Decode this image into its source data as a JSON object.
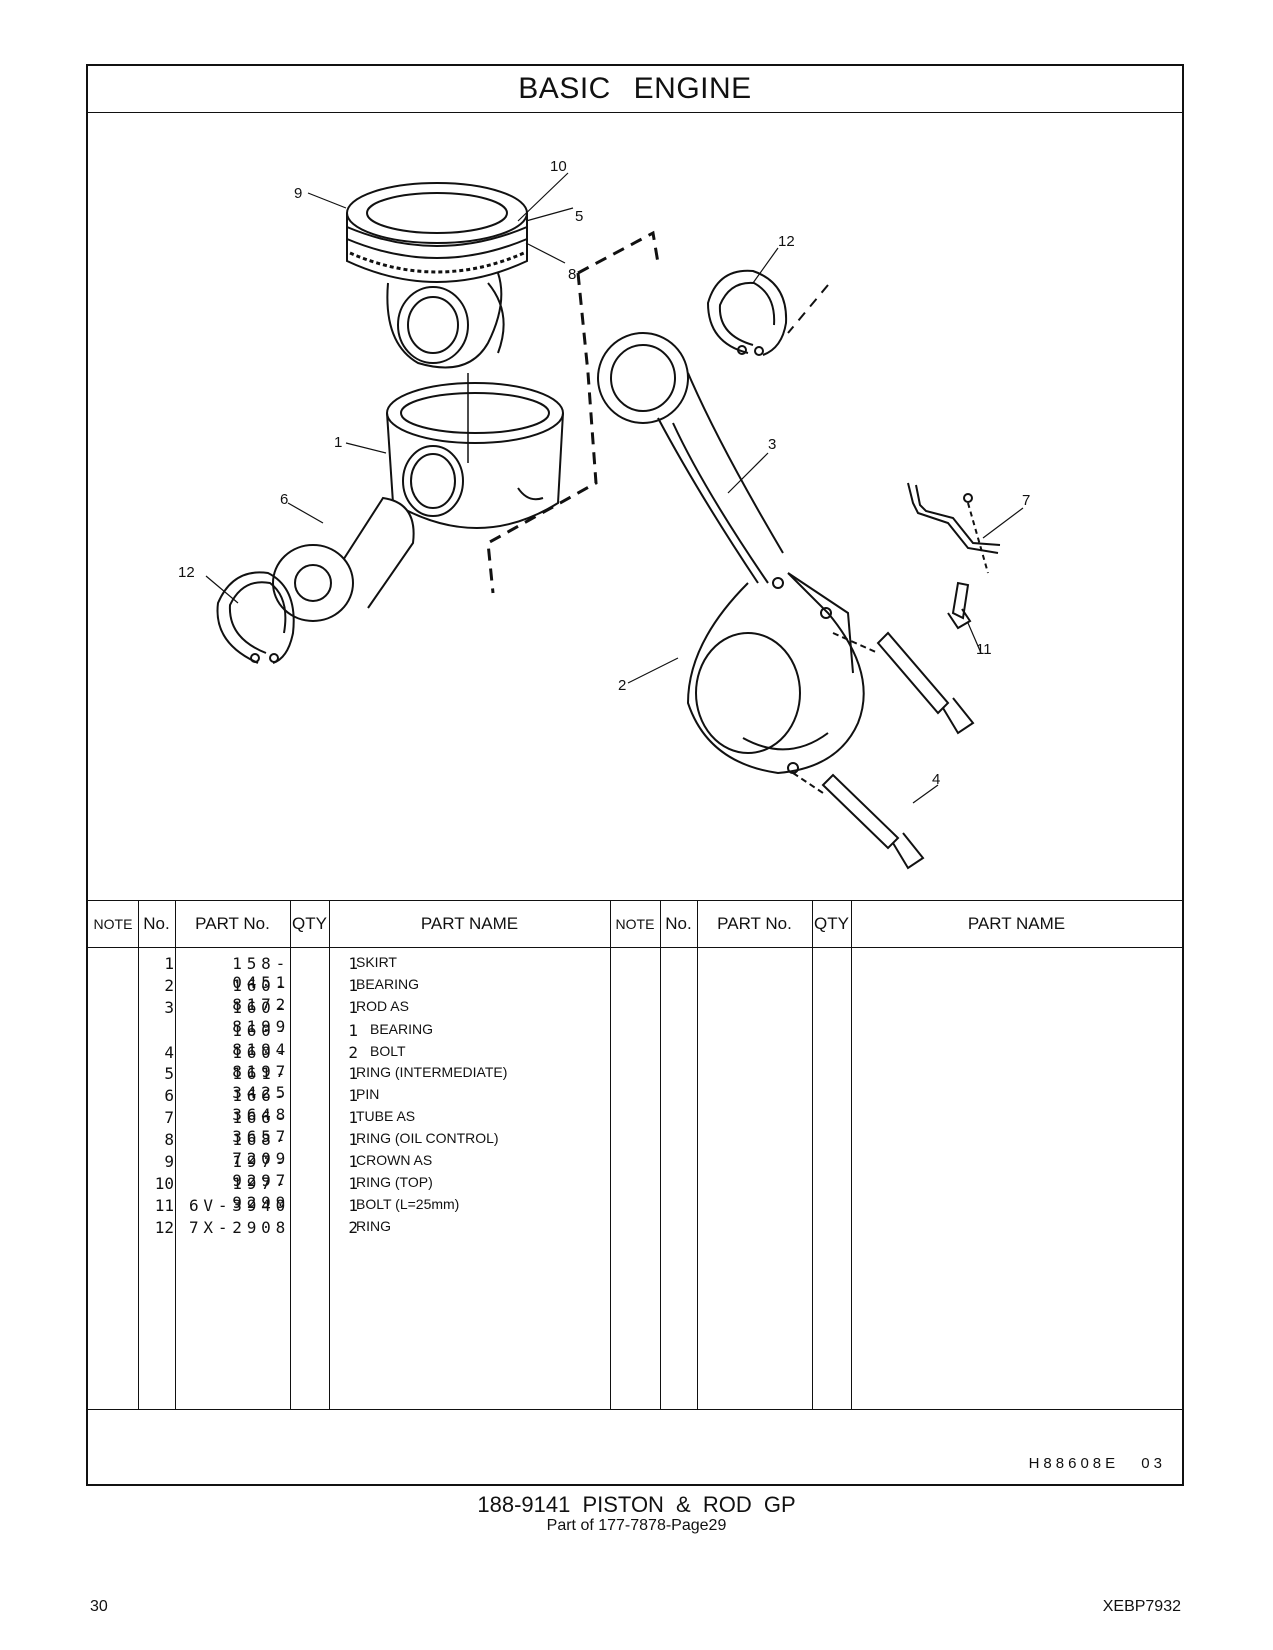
{
  "title": "BASIC   ENGINE",
  "callouts": {
    "c1": "1",
    "c2": "2",
    "c3": "3",
    "c4": "4",
    "c5": "5",
    "c6": "6",
    "c7": "7",
    "c8": "8",
    "c9": "9",
    "c10": "10",
    "c11": "11",
    "c12a": "12",
    "c12b": "12"
  },
  "table": {
    "headers": {
      "note": "NOTE",
      "no": "No.",
      "part_no": "PART No.",
      "qty": "QTY",
      "part_name": "PART NAME"
    },
    "rows": [
      {
        "no": "1",
        "part": "158-0451",
        "qty": "1",
        "name": "SKIRT"
      },
      {
        "no": "2",
        "part": "160-8172",
        "qty": "1",
        "name": "BEARING"
      },
      {
        "no": "3",
        "part": "160-8199",
        "qty": "1",
        "name": "ROD  AS"
      },
      {
        "no": "",
        "part": "160-8194",
        "qty": "1",
        "name": "BEARING"
      },
      {
        "no": "4",
        "part": "160-8197",
        "qty": "2",
        "name": "BOLT"
      },
      {
        "no": "5",
        "part": "161-3425",
        "qty": "1",
        "name": "RING (INTERMEDIATE)"
      },
      {
        "no": "6",
        "part": "166-3648",
        "qty": "1",
        "name": "PIN"
      },
      {
        "no": "7",
        "part": "166-3657",
        "qty": "1",
        "name": "TUBE  AS"
      },
      {
        "no": "8",
        "part": "168-7209",
        "qty": "1",
        "name": "RING (OIL  CONTROL)"
      },
      {
        "no": "9",
        "part": "197-9297",
        "qty": "1",
        "name": "CROWN  AS"
      },
      {
        "no": "10",
        "part": "197-9299",
        "qty": "1",
        "name": "RING (TOP)"
      },
      {
        "no": "11",
        "part": "6V-3940",
        "qty": "1",
        "name": "BOLT (L=25mm)"
      },
      {
        "no": "12",
        "part": "7X-2908",
        "qty": "2",
        "name": "RING"
      }
    ]
  },
  "drawing_code": "H88608E 03",
  "group_title": "188-9141  PISTON  &  ROD  GP",
  "group_subtitle": "Part of 177-7878-Page29",
  "page_number": "30",
  "doc_code": "XEBP7932"
}
